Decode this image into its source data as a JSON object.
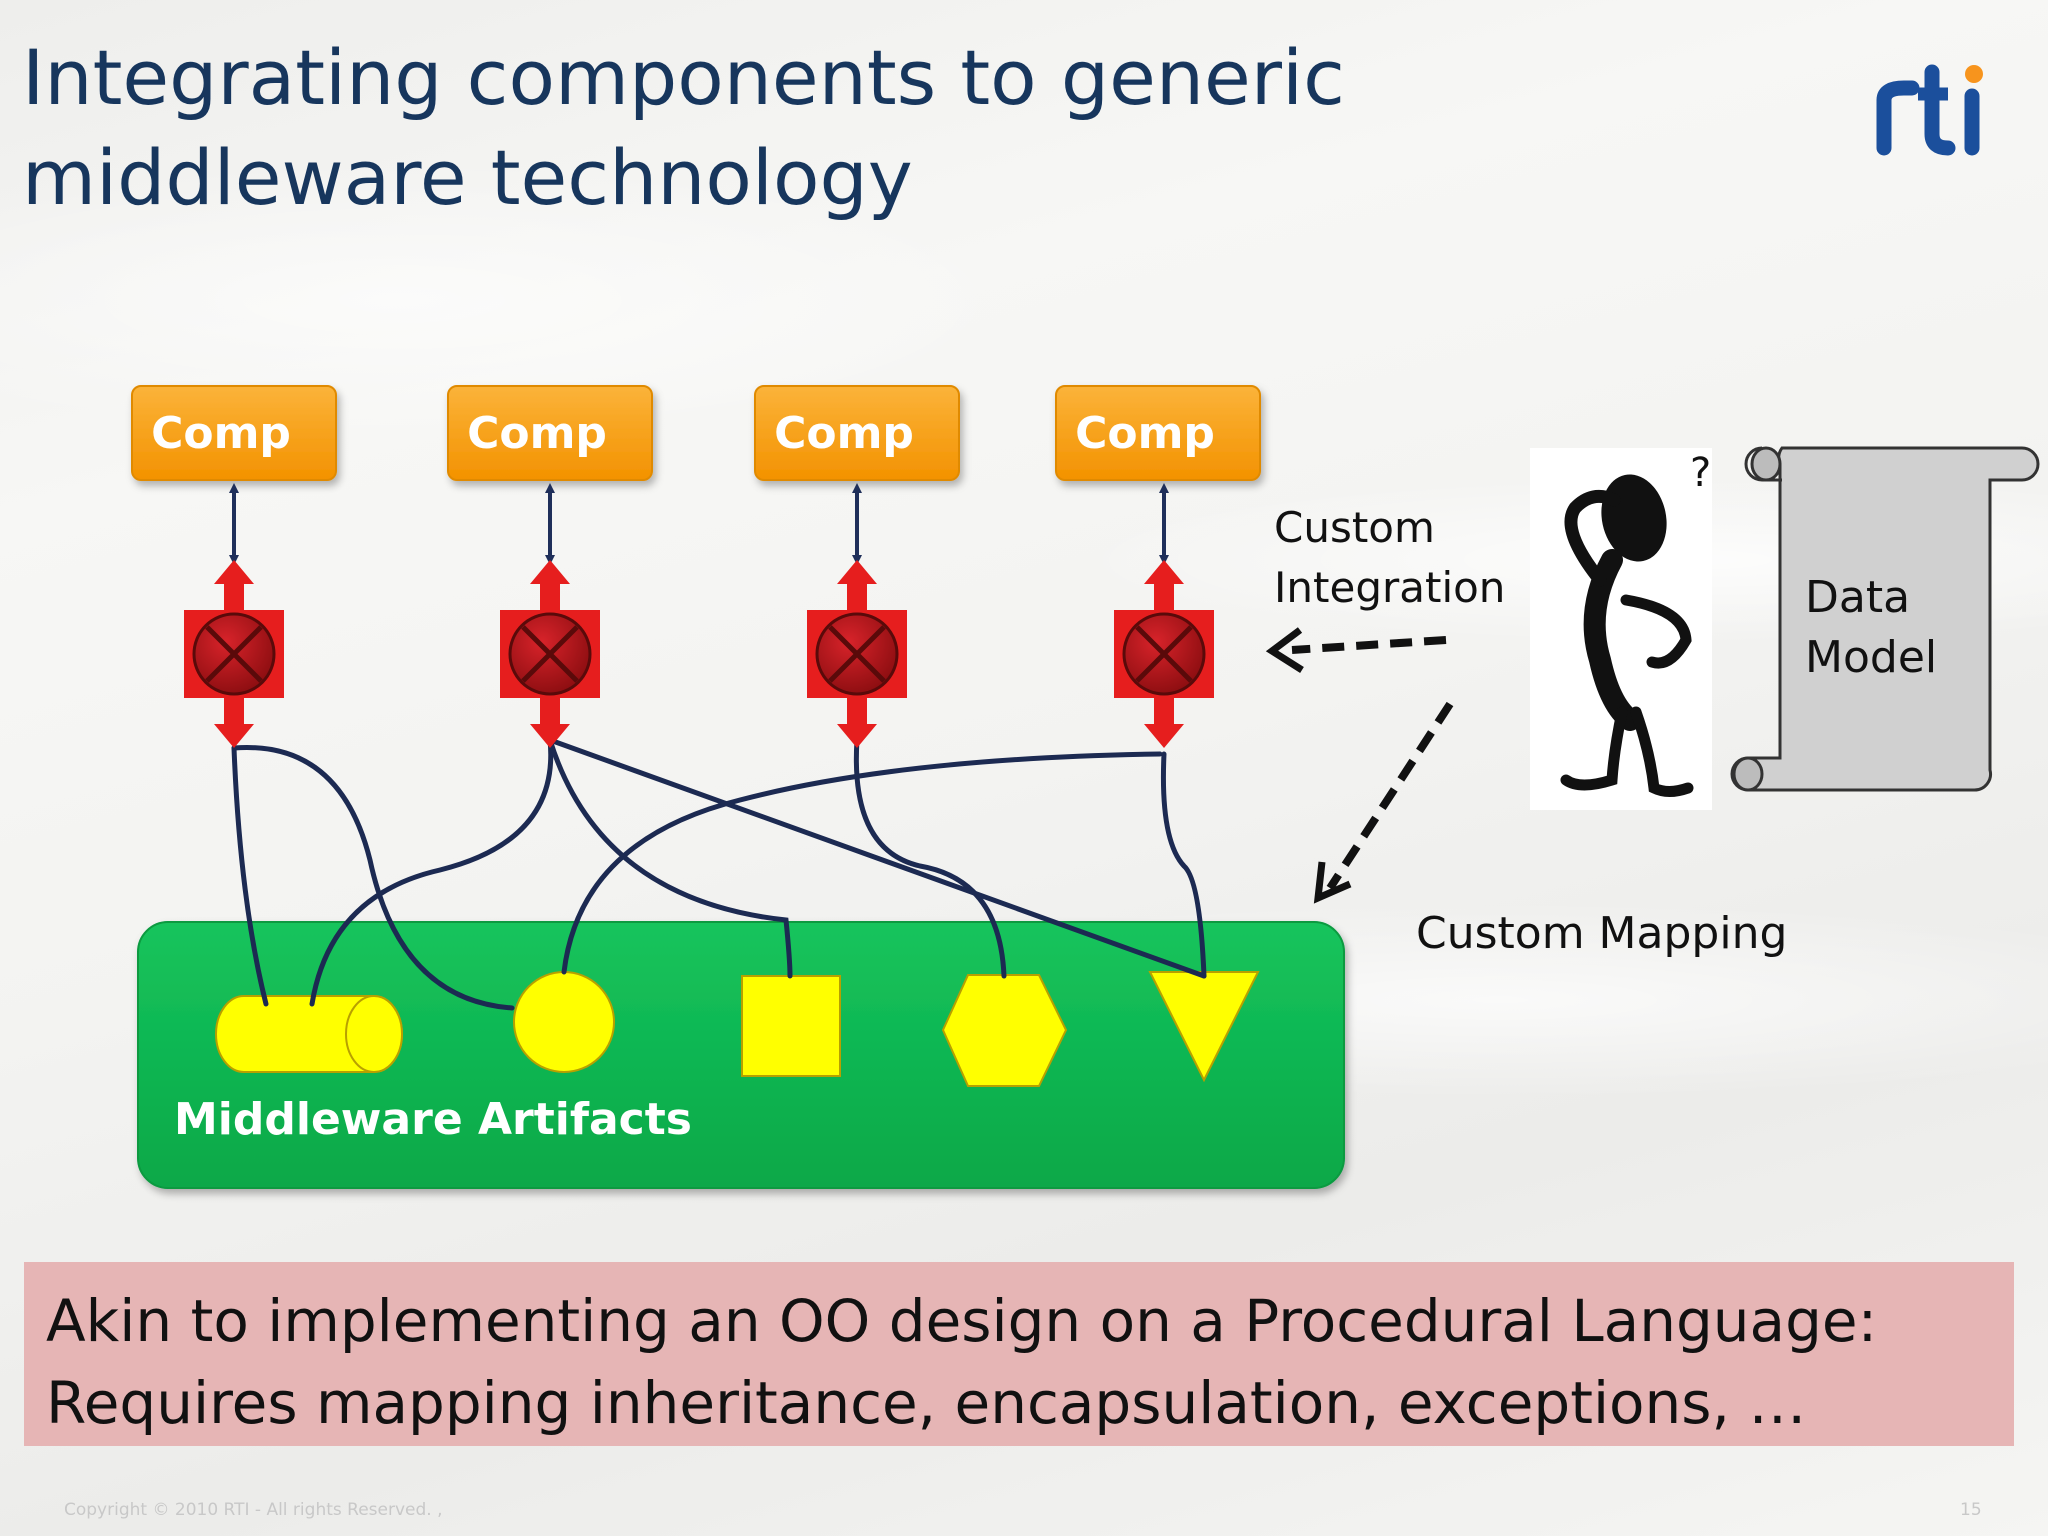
{
  "slide": {
    "title_lines": [
      "Integrating components to generic",
      "middleware technology"
    ],
    "logo_text": "rti",
    "components": [
      "Comp",
      "Comp",
      "Comp",
      "Comp"
    ],
    "middleware_label": "Middleware Artifacts",
    "custom_integration_lines": [
      "Custom",
      "Integration"
    ],
    "custom_mapping_label": "Custom Mapping",
    "data_model_lines": [
      "Data",
      "Model"
    ],
    "question_mark": "?",
    "callout_lines": [
      "Akin to implementing an OO design on a Procedural Language:",
      "Requires mapping inheritance, encapsulation, exceptions, …"
    ],
    "footer_copyright": "Copyright © 2010 RTI - All rights Reserved. ,",
    "footer_page": "15"
  },
  "colors": {
    "title": "#17365d",
    "component_fill": "#f9a012",
    "middleware_fill": "#0cb450",
    "artifact_fill": "#ffff00",
    "connector_red": "#e61e1e",
    "callout_fill": "#e6b5b5",
    "logo_blue": "#1b4f9c",
    "logo_orange": "#f7941d"
  }
}
